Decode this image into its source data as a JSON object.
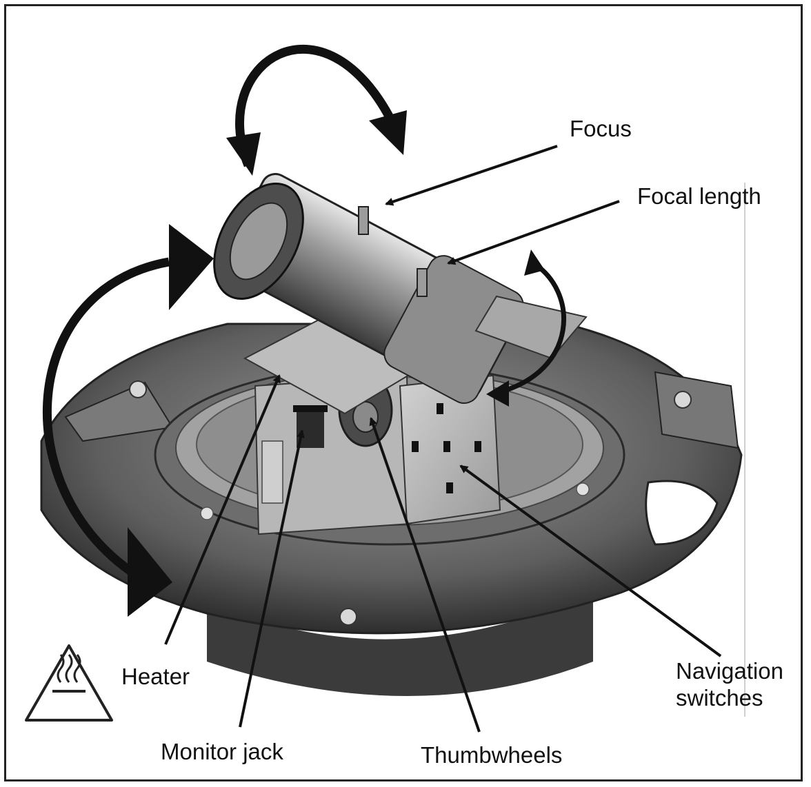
{
  "figure": {
    "labels": {
      "focus": "Focus",
      "focal_length": "Focal length",
      "heater": "Heater",
      "monitor_jack": "Monitor jack",
      "thumbwheels": "Thumbwheels",
      "navigation_switches": "Navigation\nswitches"
    },
    "warning_icon": "hot-surface-warning-icon",
    "colors": {
      "ink": "#111111",
      "device_dark": "#3c3c3c",
      "device_mid": "#8a8a8a",
      "device_light": "#c9c9c9",
      "background": "#ffffff"
    }
  }
}
